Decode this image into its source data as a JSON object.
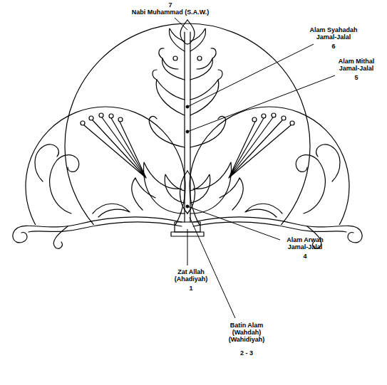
{
  "diagram": {
    "labels": [
      "7",
      "Nabi Muhammad (S.A.W.)",
      "Alam Syahadah Jamal-Jalal",
      "6",
      "Alam Mithal Jamal-Jalal",
      "5",
      "Alam Arwah Jamal-Jalal",
      "4",
      "Zat Allah (Ahadiyah)",
      "1",
      "Batin Alam (Wahdah) (Wahidiyah)",
      "2 - 3"
    ]
  }
}
